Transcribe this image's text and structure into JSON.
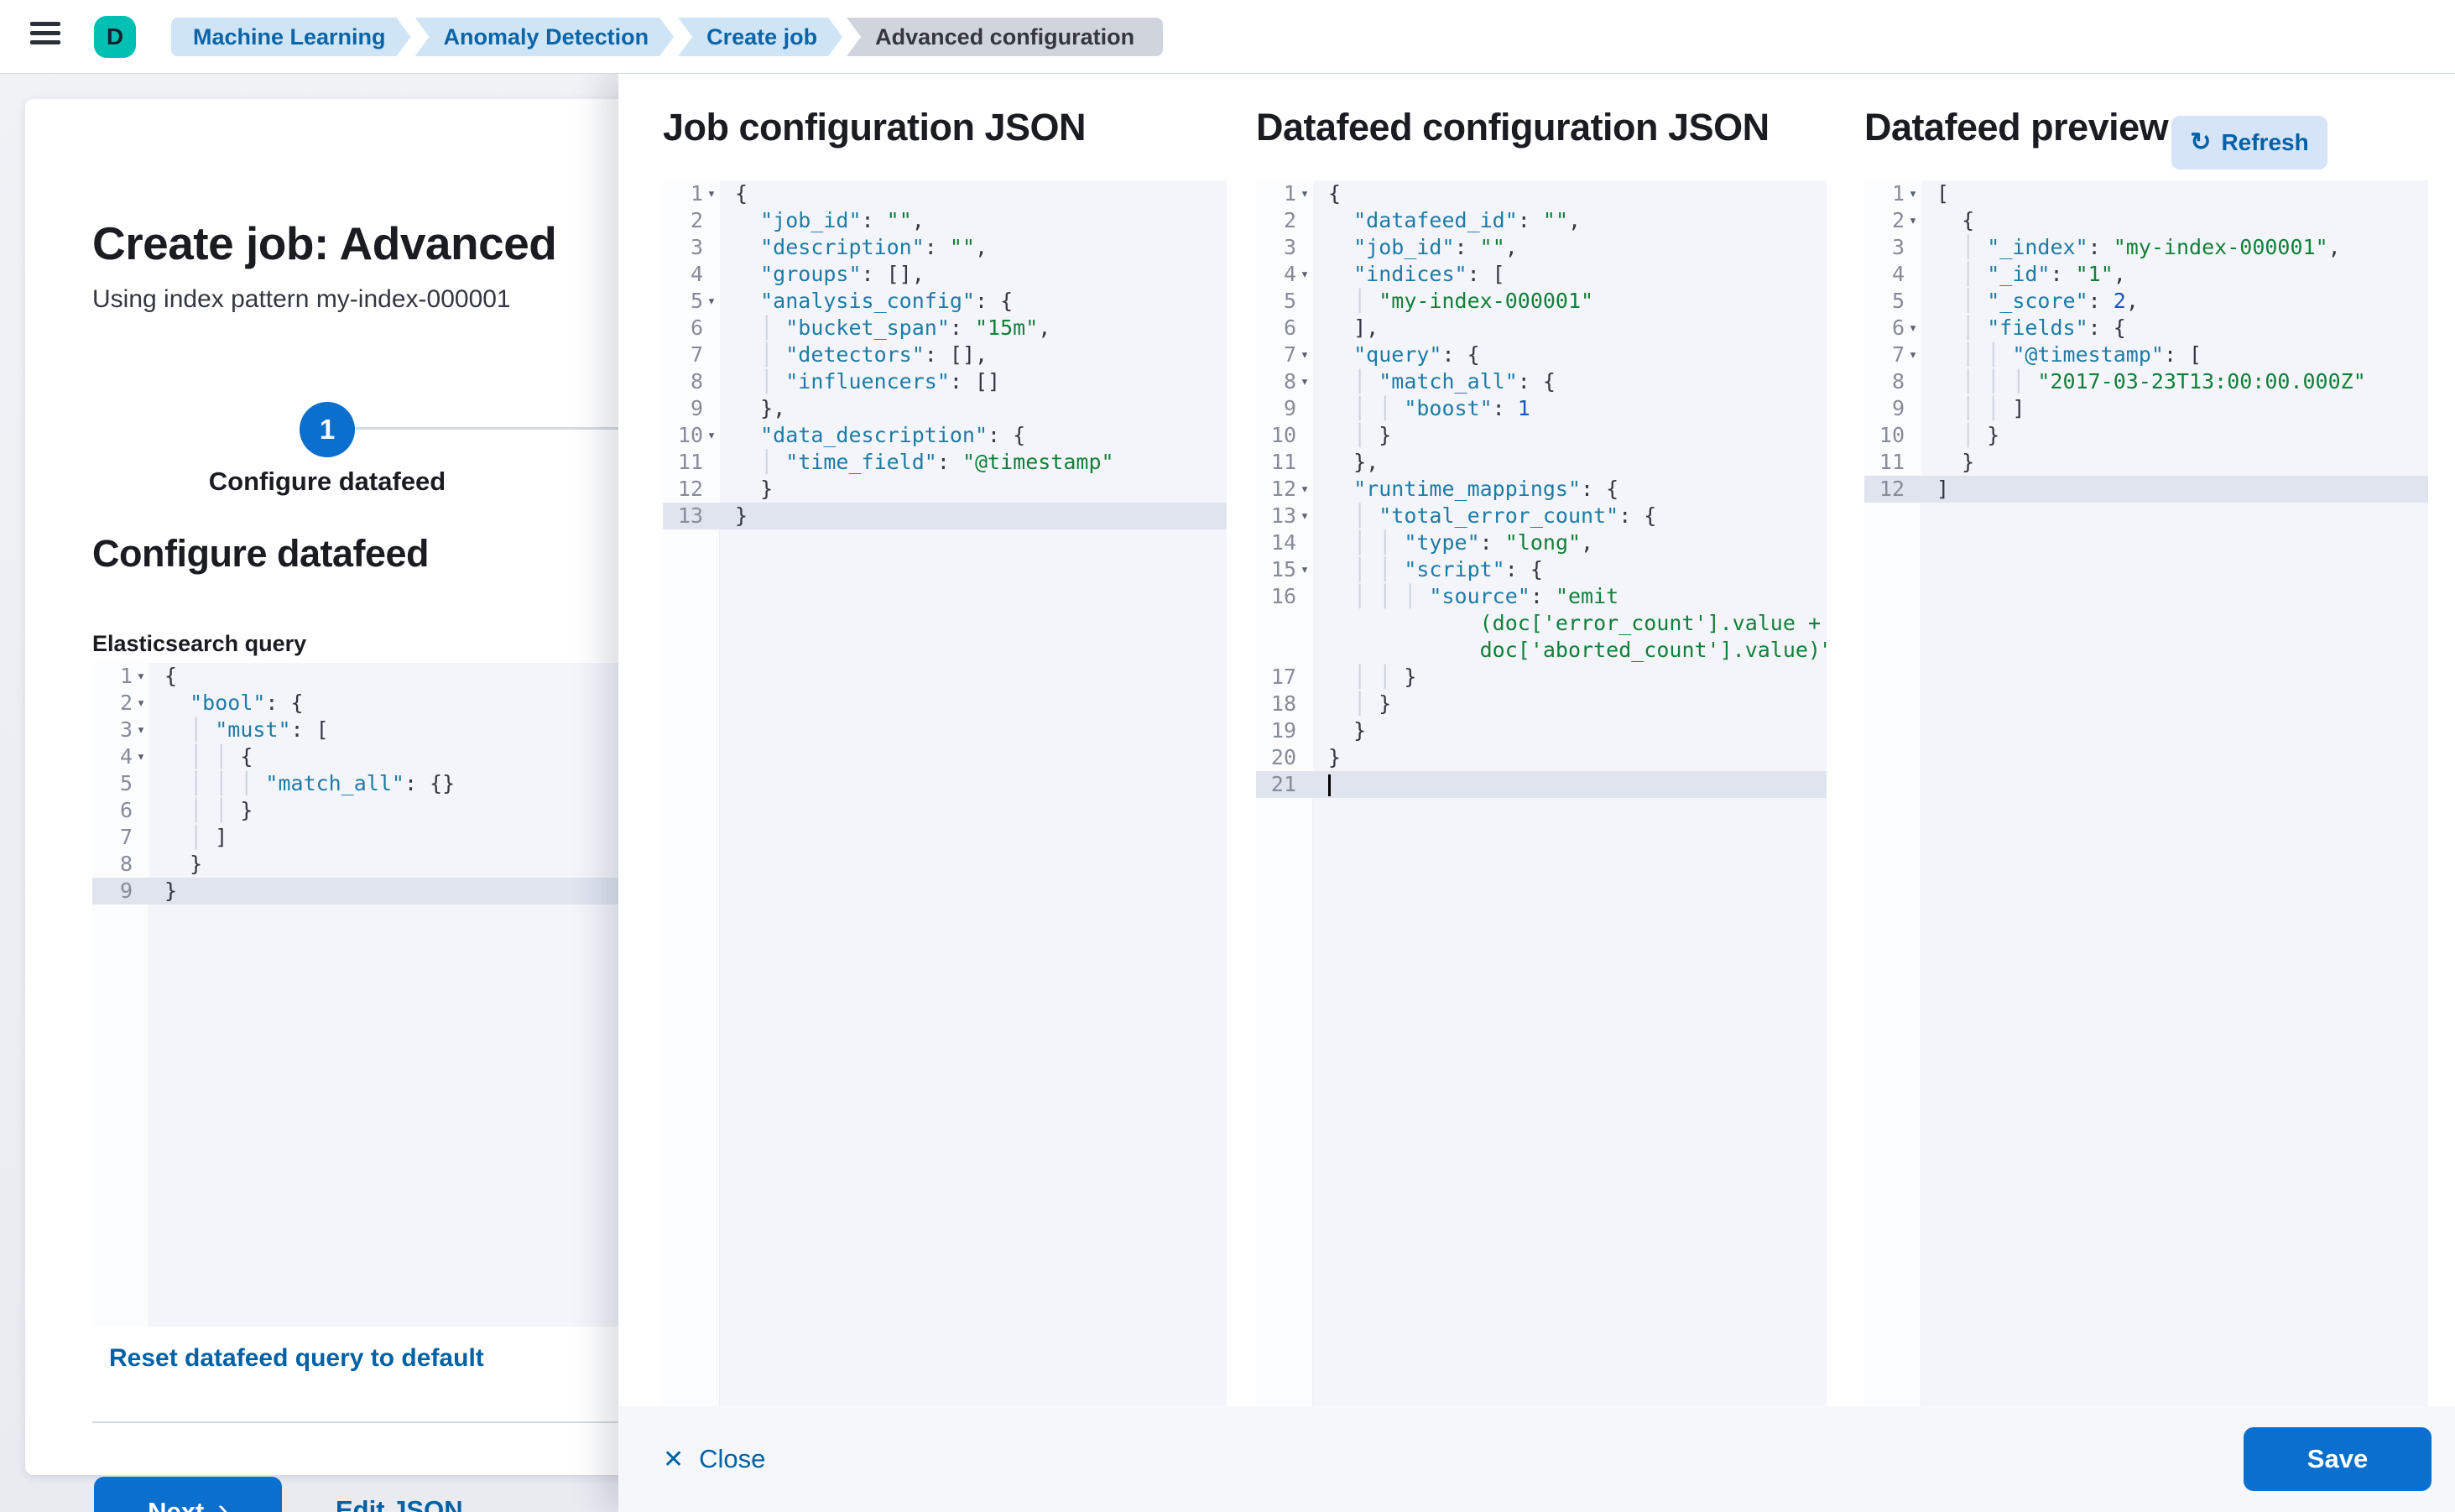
{
  "header": {
    "space_badge": "D",
    "breadcrumbs": [
      {
        "label": "Machine Learning"
      },
      {
        "label": "Anomaly Detection"
      },
      {
        "label": "Create job"
      },
      {
        "label": "Advanced configuration"
      }
    ]
  },
  "wizard": {
    "title": "Create job: Advanced",
    "subtitle": "Using index pattern my-index-000001",
    "step_number": "1",
    "step_label": "Configure datafeed",
    "section_heading": "Configure datafeed",
    "query_label": "Elasticsearch query",
    "reset_link": "Reset datafeed query to default",
    "next_label": "Next",
    "next_chevron": "›",
    "edit_json_label": "Edit JSON"
  },
  "flyout": {
    "col1_title": "Job configuration JSON",
    "col2_title": "Datafeed configuration JSON",
    "col3_title": "Datafeed preview",
    "refresh_label": "Refresh",
    "refresh_icon": "↻",
    "close_label": "Close",
    "close_icon": "✕",
    "save_label": "Save"
  },
  "colors": {
    "accent": "#0b6fce",
    "link": "#0061a6",
    "badge_teal": "#00bfb3",
    "code_key": "#1e7ba6",
    "code_string": "#128039",
    "code_number": "#1d54c4"
  },
  "editors": {
    "es_query": {
      "lines": [
        {
          "n": "1",
          "fold": true,
          "tokens": [
            [
              "p",
              "{"
            ]
          ]
        },
        {
          "n": "2",
          "fold": true,
          "tokens": [
            [
              "g",
              "  "
            ],
            [
              "k",
              "\"bool\""
            ],
            [
              "p",
              ": {"
            ]
          ]
        },
        {
          "n": "3",
          "fold": true,
          "tokens": [
            [
              "g",
              "  │ "
            ],
            [
              "k",
              "\"must\""
            ],
            [
              "p",
              ": ["
            ]
          ]
        },
        {
          "n": "4",
          "fold": true,
          "tokens": [
            [
              "g",
              "  │ │ "
            ],
            [
              "p",
              "{"
            ]
          ]
        },
        {
          "n": "5",
          "tokens": [
            [
              "g",
              "  │ │ │ "
            ],
            [
              "k",
              "\"match_all\""
            ],
            [
              "p",
              ": {}"
            ]
          ]
        },
        {
          "n": "6",
          "tokens": [
            [
              "g",
              "  │ │ "
            ],
            [
              "p",
              "}"
            ]
          ]
        },
        {
          "n": "7",
          "tokens": [
            [
              "g",
              "  │ "
            ],
            [
              "p",
              "]"
            ]
          ]
        },
        {
          "n": "8",
          "tokens": [
            [
              "g",
              "  "
            ],
            [
              "p",
              "}"
            ]
          ]
        },
        {
          "n": "9",
          "active": true,
          "tokens": [
            [
              "p",
              "}"
            ]
          ]
        }
      ]
    },
    "job_config": {
      "lines": [
        {
          "n": "1",
          "fold": true,
          "tokens": [
            [
              "p",
              "{"
            ]
          ]
        },
        {
          "n": "2",
          "tokens": [
            [
              "g",
              "  "
            ],
            [
              "k",
              "\"job_id\""
            ],
            [
              "p",
              ": "
            ],
            [
              "s",
              "\"\""
            ],
            [
              "p",
              ","
            ]
          ]
        },
        {
          "n": "3",
          "tokens": [
            [
              "g",
              "  "
            ],
            [
              "k",
              "\"description\""
            ],
            [
              "p",
              ": "
            ],
            [
              "s",
              "\"\""
            ],
            [
              "p",
              ","
            ]
          ]
        },
        {
          "n": "4",
          "tokens": [
            [
              "g",
              "  "
            ],
            [
              "k",
              "\"groups\""
            ],
            [
              "p",
              ": [],"
            ]
          ]
        },
        {
          "n": "5",
          "fold": true,
          "tokens": [
            [
              "g",
              "  "
            ],
            [
              "k",
              "\"analysis_config\""
            ],
            [
              "p",
              ": {"
            ]
          ]
        },
        {
          "n": "6",
          "tokens": [
            [
              "g",
              "  │ "
            ],
            [
              "k",
              "\"bucket_span\""
            ],
            [
              "p",
              ": "
            ],
            [
              "s",
              "\"15m\""
            ],
            [
              "p",
              ","
            ]
          ]
        },
        {
          "n": "7",
          "tokens": [
            [
              "g",
              "  │ "
            ],
            [
              "k",
              "\"detectors\""
            ],
            [
              "p",
              ": [],"
            ]
          ]
        },
        {
          "n": "8",
          "tokens": [
            [
              "g",
              "  │ "
            ],
            [
              "k",
              "\"influencers\""
            ],
            [
              "p",
              ": []"
            ]
          ]
        },
        {
          "n": "9",
          "tokens": [
            [
              "g",
              "  "
            ],
            [
              "p",
              "},"
            ]
          ]
        },
        {
          "n": "10",
          "fold": true,
          "tokens": [
            [
              "g",
              "  "
            ],
            [
              "k",
              "\"data_description\""
            ],
            [
              "p",
              ": {"
            ]
          ]
        },
        {
          "n": "11",
          "tokens": [
            [
              "g",
              "  │ "
            ],
            [
              "k",
              "\"time_field\""
            ],
            [
              "p",
              ": "
            ],
            [
              "s",
              "\"@timestamp\""
            ]
          ]
        },
        {
          "n": "12",
          "tokens": [
            [
              "g",
              "  "
            ],
            [
              "p",
              "}"
            ]
          ]
        },
        {
          "n": "13",
          "active": true,
          "tokens": [
            [
              "p",
              "}"
            ]
          ]
        }
      ]
    },
    "datafeed_config": {
      "lines": [
        {
          "n": "1",
          "fold": true,
          "tokens": [
            [
              "p",
              "{"
            ]
          ]
        },
        {
          "n": "2",
          "tokens": [
            [
              "g",
              "  "
            ],
            [
              "k",
              "\"datafeed_id\""
            ],
            [
              "p",
              ": "
            ],
            [
              "s",
              "\"\""
            ],
            [
              "p",
              ","
            ]
          ]
        },
        {
          "n": "3",
          "tokens": [
            [
              "g",
              "  "
            ],
            [
              "k",
              "\"job_id\""
            ],
            [
              "p",
              ": "
            ],
            [
              "s",
              "\"\""
            ],
            [
              "p",
              ","
            ]
          ]
        },
        {
          "n": "4",
          "fold": true,
          "tokens": [
            [
              "g",
              "  "
            ],
            [
              "k",
              "\"indices\""
            ],
            [
              "p",
              ": ["
            ]
          ]
        },
        {
          "n": "5",
          "tokens": [
            [
              "g",
              "  │ "
            ],
            [
              "s",
              "\"my-index-000001\""
            ]
          ]
        },
        {
          "n": "6",
          "tokens": [
            [
              "g",
              "  "
            ],
            [
              "p",
              "],"
            ]
          ]
        },
        {
          "n": "7",
          "fold": true,
          "tokens": [
            [
              "g",
              "  "
            ],
            [
              "k",
              "\"query\""
            ],
            [
              "p",
              ": {"
            ]
          ]
        },
        {
          "n": "8",
          "fold": true,
          "tokens": [
            [
              "g",
              "  │ "
            ],
            [
              "k",
              "\"match_all\""
            ],
            [
              "p",
              ": {"
            ]
          ]
        },
        {
          "n": "9",
          "tokens": [
            [
              "g",
              "  │ │ "
            ],
            [
              "k",
              "\"boost\""
            ],
            [
              "p",
              ": "
            ],
            [
              "n",
              "1"
            ]
          ]
        },
        {
          "n": "10",
          "tokens": [
            [
              "g",
              "  │ "
            ],
            [
              "p",
              "}"
            ]
          ]
        },
        {
          "n": "11",
          "tokens": [
            [
              "g",
              "  "
            ],
            [
              "p",
              "},"
            ]
          ]
        },
        {
          "n": "12",
          "fold": true,
          "tokens": [
            [
              "g",
              "  "
            ],
            [
              "k",
              "\"runtime_mappings\""
            ],
            [
              "p",
              ": {"
            ]
          ]
        },
        {
          "n": "13",
          "fold": true,
          "tokens": [
            [
              "g",
              "  │ "
            ],
            [
              "k",
              "\"total_error_count\""
            ],
            [
              "p",
              ": {"
            ]
          ]
        },
        {
          "n": "14",
          "tokens": [
            [
              "g",
              "  │ │ "
            ],
            [
              "k",
              "\"type\""
            ],
            [
              "p",
              ": "
            ],
            [
              "s",
              "\"long\""
            ],
            [
              "p",
              ","
            ]
          ]
        },
        {
          "n": "15",
          "fold": true,
          "tokens": [
            [
              "g",
              "  │ │ "
            ],
            [
              "k",
              "\"script\""
            ],
            [
              "p",
              ": {"
            ]
          ]
        },
        {
          "n": "16",
          "tokens": [
            [
              "g",
              "  │ │ │ "
            ],
            [
              "k",
              "\"source\""
            ],
            [
              "p",
              ": "
            ],
            [
              "s",
              "\"emit"
            ]
          ]
        },
        {
          "n": "",
          "tokens": [
            [
              "g",
              "            "
            ],
            [
              "s",
              "(doc['error_count'].value +"
            ]
          ]
        },
        {
          "n": "",
          "tokens": [
            [
              "g",
              "            "
            ],
            [
              "s",
              "doc['aborted_count'].value)\""
            ]
          ]
        },
        {
          "n": "17",
          "tokens": [
            [
              "g",
              "  │ │ "
            ],
            [
              "p",
              "}"
            ]
          ]
        },
        {
          "n": "18",
          "tokens": [
            [
              "g",
              "  │ "
            ],
            [
              "p",
              "}"
            ]
          ]
        },
        {
          "n": "19",
          "tokens": [
            [
              "g",
              "  "
            ],
            [
              "p",
              "}"
            ]
          ]
        },
        {
          "n": "20",
          "tokens": [
            [
              "p",
              "}"
            ]
          ]
        },
        {
          "n": "21",
          "active": true,
          "tokens": [
            [
              "c",
              ""
            ]
          ]
        }
      ]
    },
    "datafeed_preview": {
      "lines": [
        {
          "n": "1",
          "fold": true,
          "tokens": [
            [
              "p",
              "["
            ]
          ]
        },
        {
          "n": "2",
          "fold": true,
          "tokens": [
            [
              "g",
              "  "
            ],
            [
              "p",
              "{"
            ]
          ]
        },
        {
          "n": "3",
          "tokens": [
            [
              "g",
              "  │ "
            ],
            [
              "k",
              "\"_index\""
            ],
            [
              "p",
              ": "
            ],
            [
              "s",
              "\"my-index-000001\""
            ],
            [
              "p",
              ","
            ]
          ]
        },
        {
          "n": "4",
          "tokens": [
            [
              "g",
              "  │ "
            ],
            [
              "k",
              "\"_id\""
            ],
            [
              "p",
              ": "
            ],
            [
              "s",
              "\"1\""
            ],
            [
              "p",
              ","
            ]
          ]
        },
        {
          "n": "5",
          "tokens": [
            [
              "g",
              "  │ "
            ],
            [
              "k",
              "\"_score\""
            ],
            [
              "p",
              ": "
            ],
            [
              "n",
              "2"
            ],
            [
              "p",
              ","
            ]
          ]
        },
        {
          "n": "6",
          "fold": true,
          "tokens": [
            [
              "g",
              "  │ "
            ],
            [
              "k",
              "\"fields\""
            ],
            [
              "p",
              ": {"
            ]
          ]
        },
        {
          "n": "7",
          "fold": true,
          "tokens": [
            [
              "g",
              "  │ │ "
            ],
            [
              "k",
              "\"@timestamp\""
            ],
            [
              "p",
              ": ["
            ]
          ]
        },
        {
          "n": "8",
          "tokens": [
            [
              "g",
              "  │ │ │ "
            ],
            [
              "s",
              "\"2017-03-23T13:00:00.000Z\""
            ]
          ]
        },
        {
          "n": "9",
          "tokens": [
            [
              "g",
              "  │ │ "
            ],
            [
              "p",
              "]"
            ]
          ]
        },
        {
          "n": "10",
          "tokens": [
            [
              "g",
              "  │ "
            ],
            [
              "p",
              "}"
            ]
          ]
        },
        {
          "n": "11",
          "tokens": [
            [
              "g",
              "  "
            ],
            [
              "p",
              "}"
            ]
          ]
        },
        {
          "n": "12",
          "active": true,
          "tokens": [
            [
              "p",
              "]"
            ]
          ]
        }
      ]
    }
  }
}
